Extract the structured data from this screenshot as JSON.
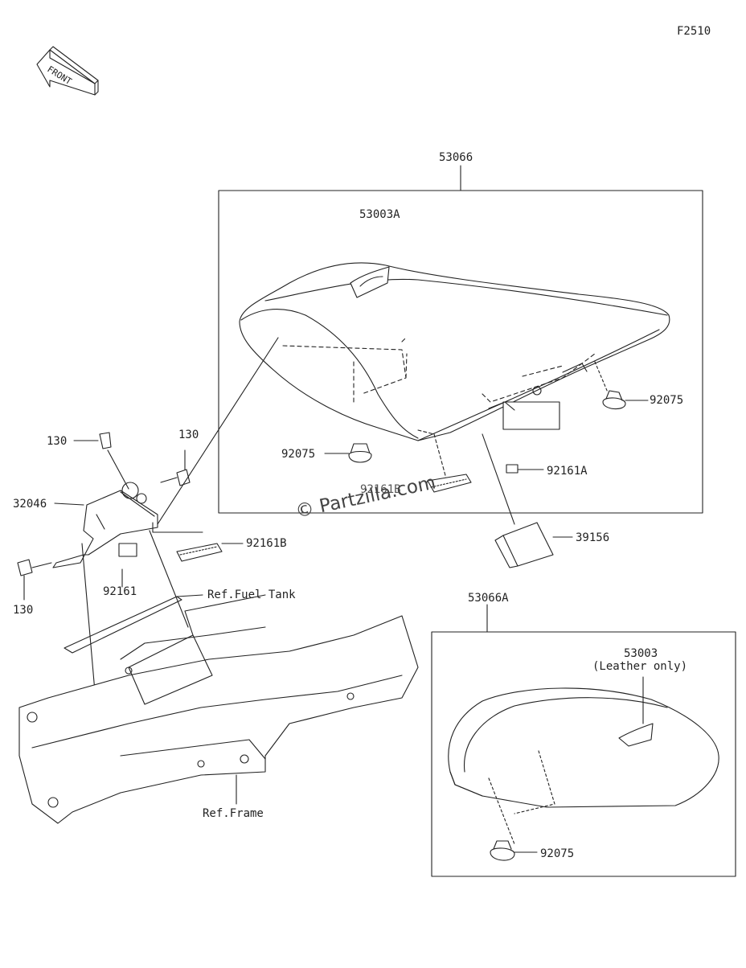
{
  "figure_code": "F2510",
  "front_arrow_label": "FRONT",
  "watermark": "© Partzilla.com",
  "callouts": [
    {
      "id": "c-53066",
      "text": "53066"
    },
    {
      "id": "c-53003A",
      "text": "53003A"
    },
    {
      "id": "c-92075-a",
      "text": "92075"
    },
    {
      "id": "c-92075-b",
      "text": "92075"
    },
    {
      "id": "c-92161A",
      "text": "92161A"
    },
    {
      "id": "c-92161B-hidden",
      "text": "92161B"
    },
    {
      "id": "c-39156",
      "text": "39156"
    },
    {
      "id": "c-130-a",
      "text": "130"
    },
    {
      "id": "c-130-b",
      "text": "130"
    },
    {
      "id": "c-130-c",
      "text": "130"
    },
    {
      "id": "c-32046",
      "text": "32046"
    },
    {
      "id": "c-92161B",
      "text": "92161B"
    },
    {
      "id": "c-92161",
      "text": "92161"
    },
    {
      "id": "c-ref-fuel-tank",
      "text": "Ref.Fuel Tank"
    },
    {
      "id": "c-ref-frame",
      "text": "Ref.Frame"
    },
    {
      "id": "c-53066A",
      "text": "53066A"
    },
    {
      "id": "c-53003",
      "text": "53003"
    },
    {
      "id": "c-leather-only",
      "text": "(Leather only)"
    },
    {
      "id": "c-92075-c",
      "text": "92075"
    }
  ],
  "colors": {
    "line": "#222222",
    "background": "#ffffff"
  }
}
